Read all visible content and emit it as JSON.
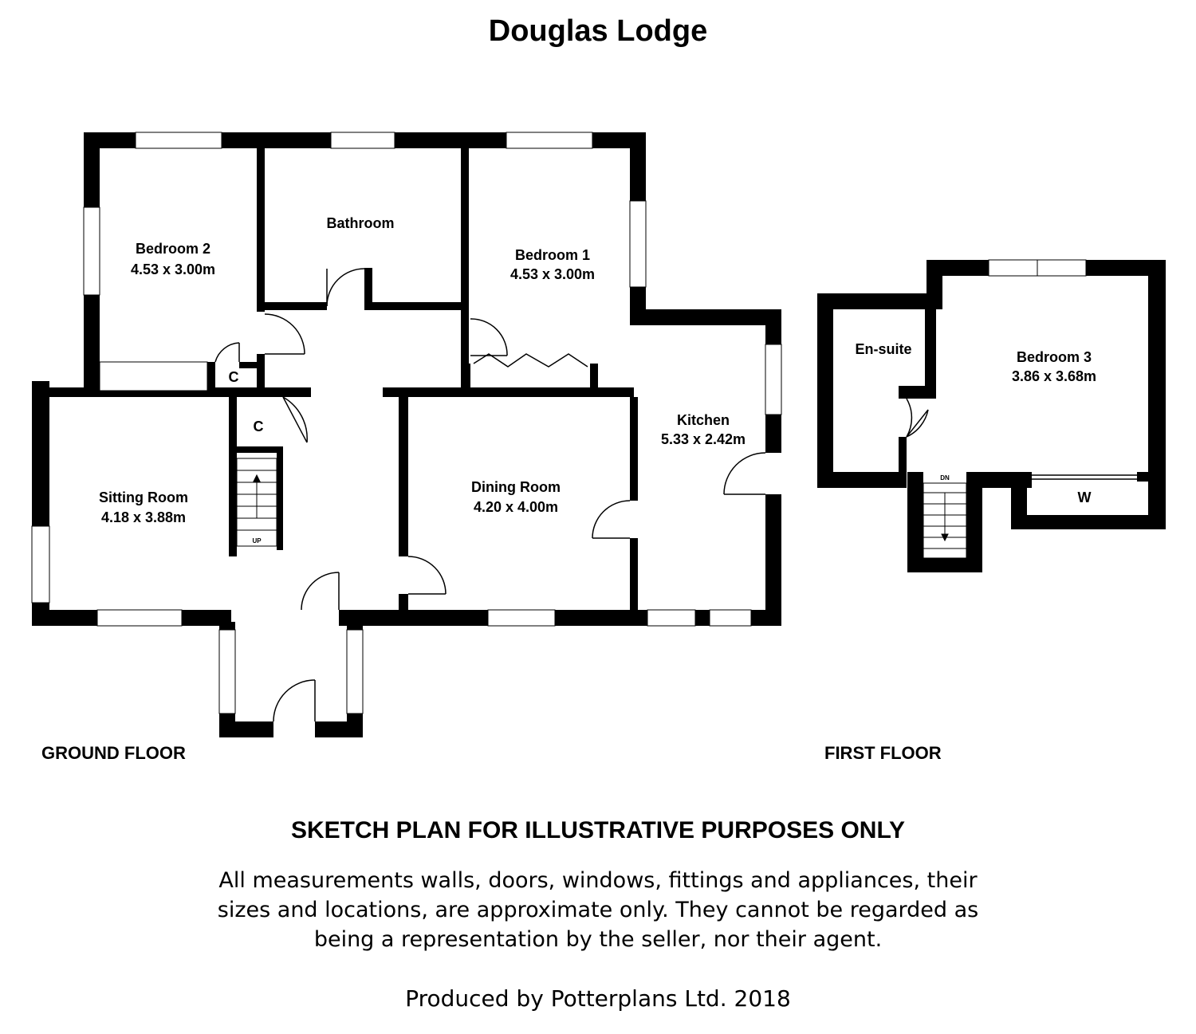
{
  "title": "Douglas Lodge",
  "floors": {
    "ground": "GROUND FLOOR",
    "first": "FIRST FLOOR"
  },
  "rooms": {
    "bedroom2": {
      "name": "Bedroom 2",
      "size": "4.53 x 3.00m"
    },
    "bathroom": {
      "name": "Bathroom"
    },
    "bedroom1": {
      "name": "Bedroom 1",
      "size": "4.53 x 3.00m"
    },
    "kitchen": {
      "name": "Kitchen",
      "size": "5.33 x 2.42m"
    },
    "sitting": {
      "name": "Sitting Room",
      "size": "4.18 x 3.88m"
    },
    "dining": {
      "name": "Dining Room",
      "size": "4.20 x 4.00m"
    },
    "cupboard_a": "C",
    "cupboard_b": "C",
    "stairs_up": "UP",
    "ensuite": {
      "name": "En-suite"
    },
    "bedroom3": {
      "name": "Bedroom 3",
      "size": "3.86 x 3.68m"
    },
    "stairs_down": "DN",
    "wardrobe": "W"
  },
  "disclaimer": {
    "heading": "SKETCH PLAN FOR ILLUSTRATIVE PURPOSES ONLY",
    "body": "All measurements walls, doors, windows, fittings and appliances, their sizes and locations, are approximate only. They cannot be regarded as being a representation by the seller, nor their agent."
  },
  "credit": "Produced by Potterplans Ltd. 2018"
}
